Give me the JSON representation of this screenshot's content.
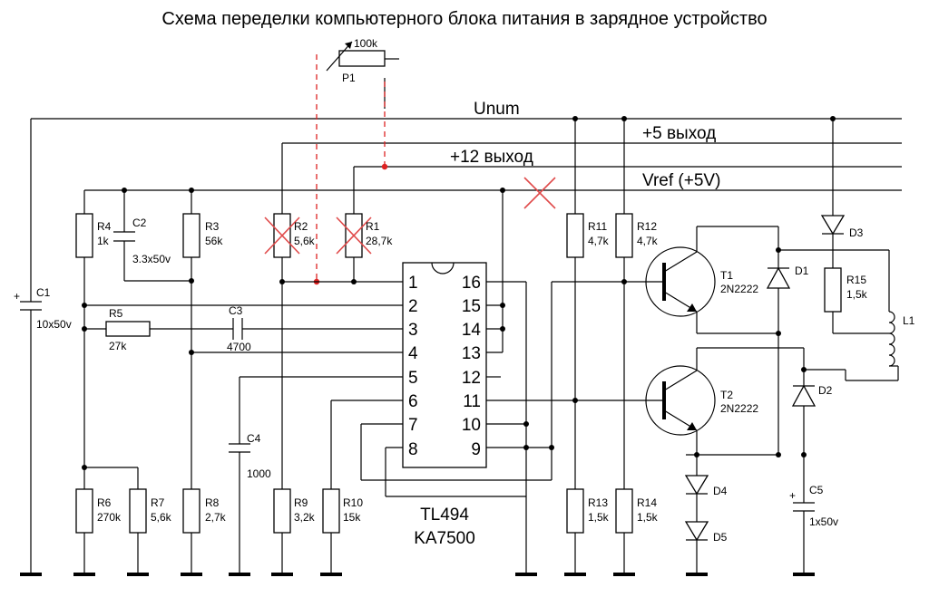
{
  "title": "Схема переделки компьютерного блока питания в зарядное устройство",
  "nets": {
    "unum": "Unum",
    "plus5": "+5 выход",
    "plus12": "+12 выход",
    "vref": "Vref (+5V)"
  },
  "ic": {
    "name1": "TL494",
    "name2": "KA7500",
    "pins_left": [
      "1",
      "2",
      "3",
      "4",
      "5",
      "6",
      "7",
      "8"
    ],
    "pins_right": [
      "16",
      "15",
      "14",
      "13",
      "12",
      "11",
      "10",
      "9"
    ]
  },
  "components": {
    "p1": {
      "name": "P1",
      "value": "100k"
    },
    "c1": {
      "name": "C1",
      "value": "10x50v"
    },
    "r4": {
      "name": "R4",
      "value": "1k"
    },
    "c2": {
      "name": "C2",
      "value": "3.3x50v"
    },
    "r3": {
      "name": "R3",
      "value": "56k"
    },
    "r2": {
      "name": "R2",
      "value": "5,6k"
    },
    "r1": {
      "name": "R1",
      "value": "28,7k"
    },
    "r5": {
      "name": "R5",
      "value": "27k"
    },
    "c3": {
      "name": "C3",
      "value": "4700"
    },
    "c4": {
      "name": "C4",
      "value": "1000"
    },
    "r6": {
      "name": "R6",
      "value": "270k"
    },
    "r7": {
      "name": "R7",
      "value": "5,6k"
    },
    "r8": {
      "name": "R8",
      "value": "2,7k"
    },
    "r9": {
      "name": "R9",
      "value": "3,2k"
    },
    "r10": {
      "name": "R10",
      "value": "15k"
    },
    "r11": {
      "name": "R11",
      "value": "4,7k"
    },
    "r12": {
      "name": "R12",
      "value": "4,7k"
    },
    "r13": {
      "name": "R13",
      "value": "1,5k"
    },
    "r14": {
      "name": "R14",
      "value": "1,5k"
    },
    "t1": {
      "name": "T1",
      "value": "2N2222"
    },
    "t2": {
      "name": "T2",
      "value": "2N2222"
    },
    "d1": {
      "name": "D1"
    },
    "d2": {
      "name": "D2"
    },
    "d3": {
      "name": "D3"
    },
    "d4": {
      "name": "D4"
    },
    "d5": {
      "name": "D5"
    },
    "r15": {
      "name": "R15",
      "value": "1,5k"
    },
    "l1": {
      "name": "L1"
    },
    "c5": {
      "name": "C5",
      "value": "1x50v"
    }
  },
  "symbols": {
    "plus": "+"
  }
}
